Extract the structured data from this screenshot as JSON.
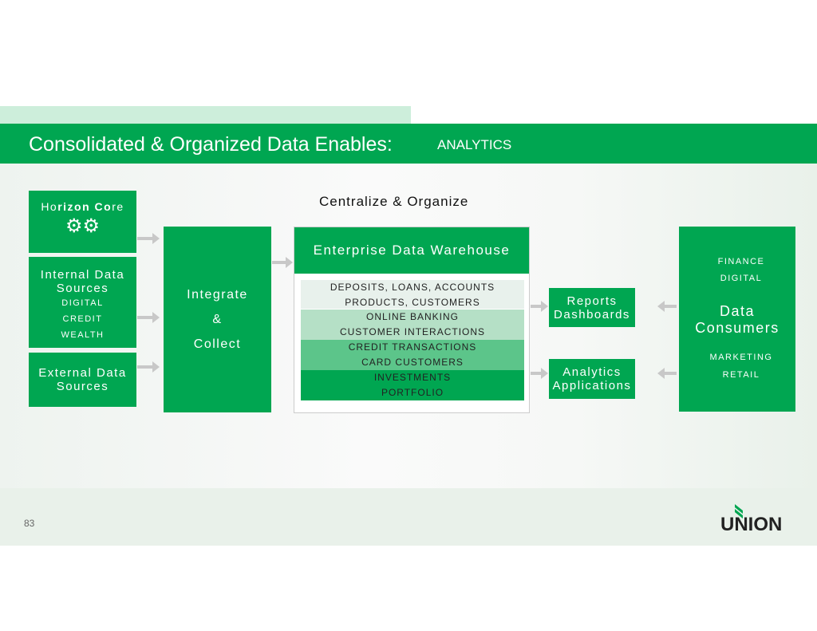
{
  "header": {
    "title": "Consolidated & Organized Data Enables:",
    "subtitle": "ANALYTICS"
  },
  "centralize_label": "Centralize & Organize",
  "sources": {
    "horizon": {
      "title_a": "Ho",
      "title_b": "rizon Co",
      "title_c": "re",
      "icon": "gears-icon"
    },
    "internal": {
      "title": "Internal Data",
      "title2": "Sources",
      "items": [
        "DIGITAL",
        "CREDIT",
        "WEALTH"
      ]
    },
    "external": {
      "title": "External Data",
      "title2": "Sources"
    }
  },
  "integrate": {
    "line1": "Integrate",
    "line2": "&",
    "line3": "Collect"
  },
  "edw": {
    "title": "Enterprise Data Warehouse",
    "rows": [
      {
        "l1": "DEPOSITS, LOANS, ACCOUNTS",
        "l2": "PRODUCTS, CUSTOMERS",
        "color": "#e8f1ec"
      },
      {
        "l1": "ONLINE BANKING",
        "l2": "CUSTOMER INTERACTIONS",
        "color": "#b5e0c6"
      },
      {
        "l1": "CREDIT TRANSACTIONS",
        "l2": "CARD CUSTOMERS",
        "color": "#5cc58a"
      },
      {
        "l1": "INVESTMENTS",
        "l2": "PORTFOLIO",
        "color": "#00a651"
      }
    ]
  },
  "reports": {
    "l1": "Reports",
    "l2": "Dashboards"
  },
  "analytics": {
    "l1": "Analytics",
    "l2": "Applications"
  },
  "consumers": {
    "top": [
      "FINANCE",
      "DIGITAL"
    ],
    "title1": "Data",
    "title2": "Consumers",
    "bottom": [
      "MARKETING",
      "RETAIL"
    ]
  },
  "footer": {
    "page": "83",
    "logo": "UNION"
  },
  "colors": {
    "brand": "#00a651"
  }
}
